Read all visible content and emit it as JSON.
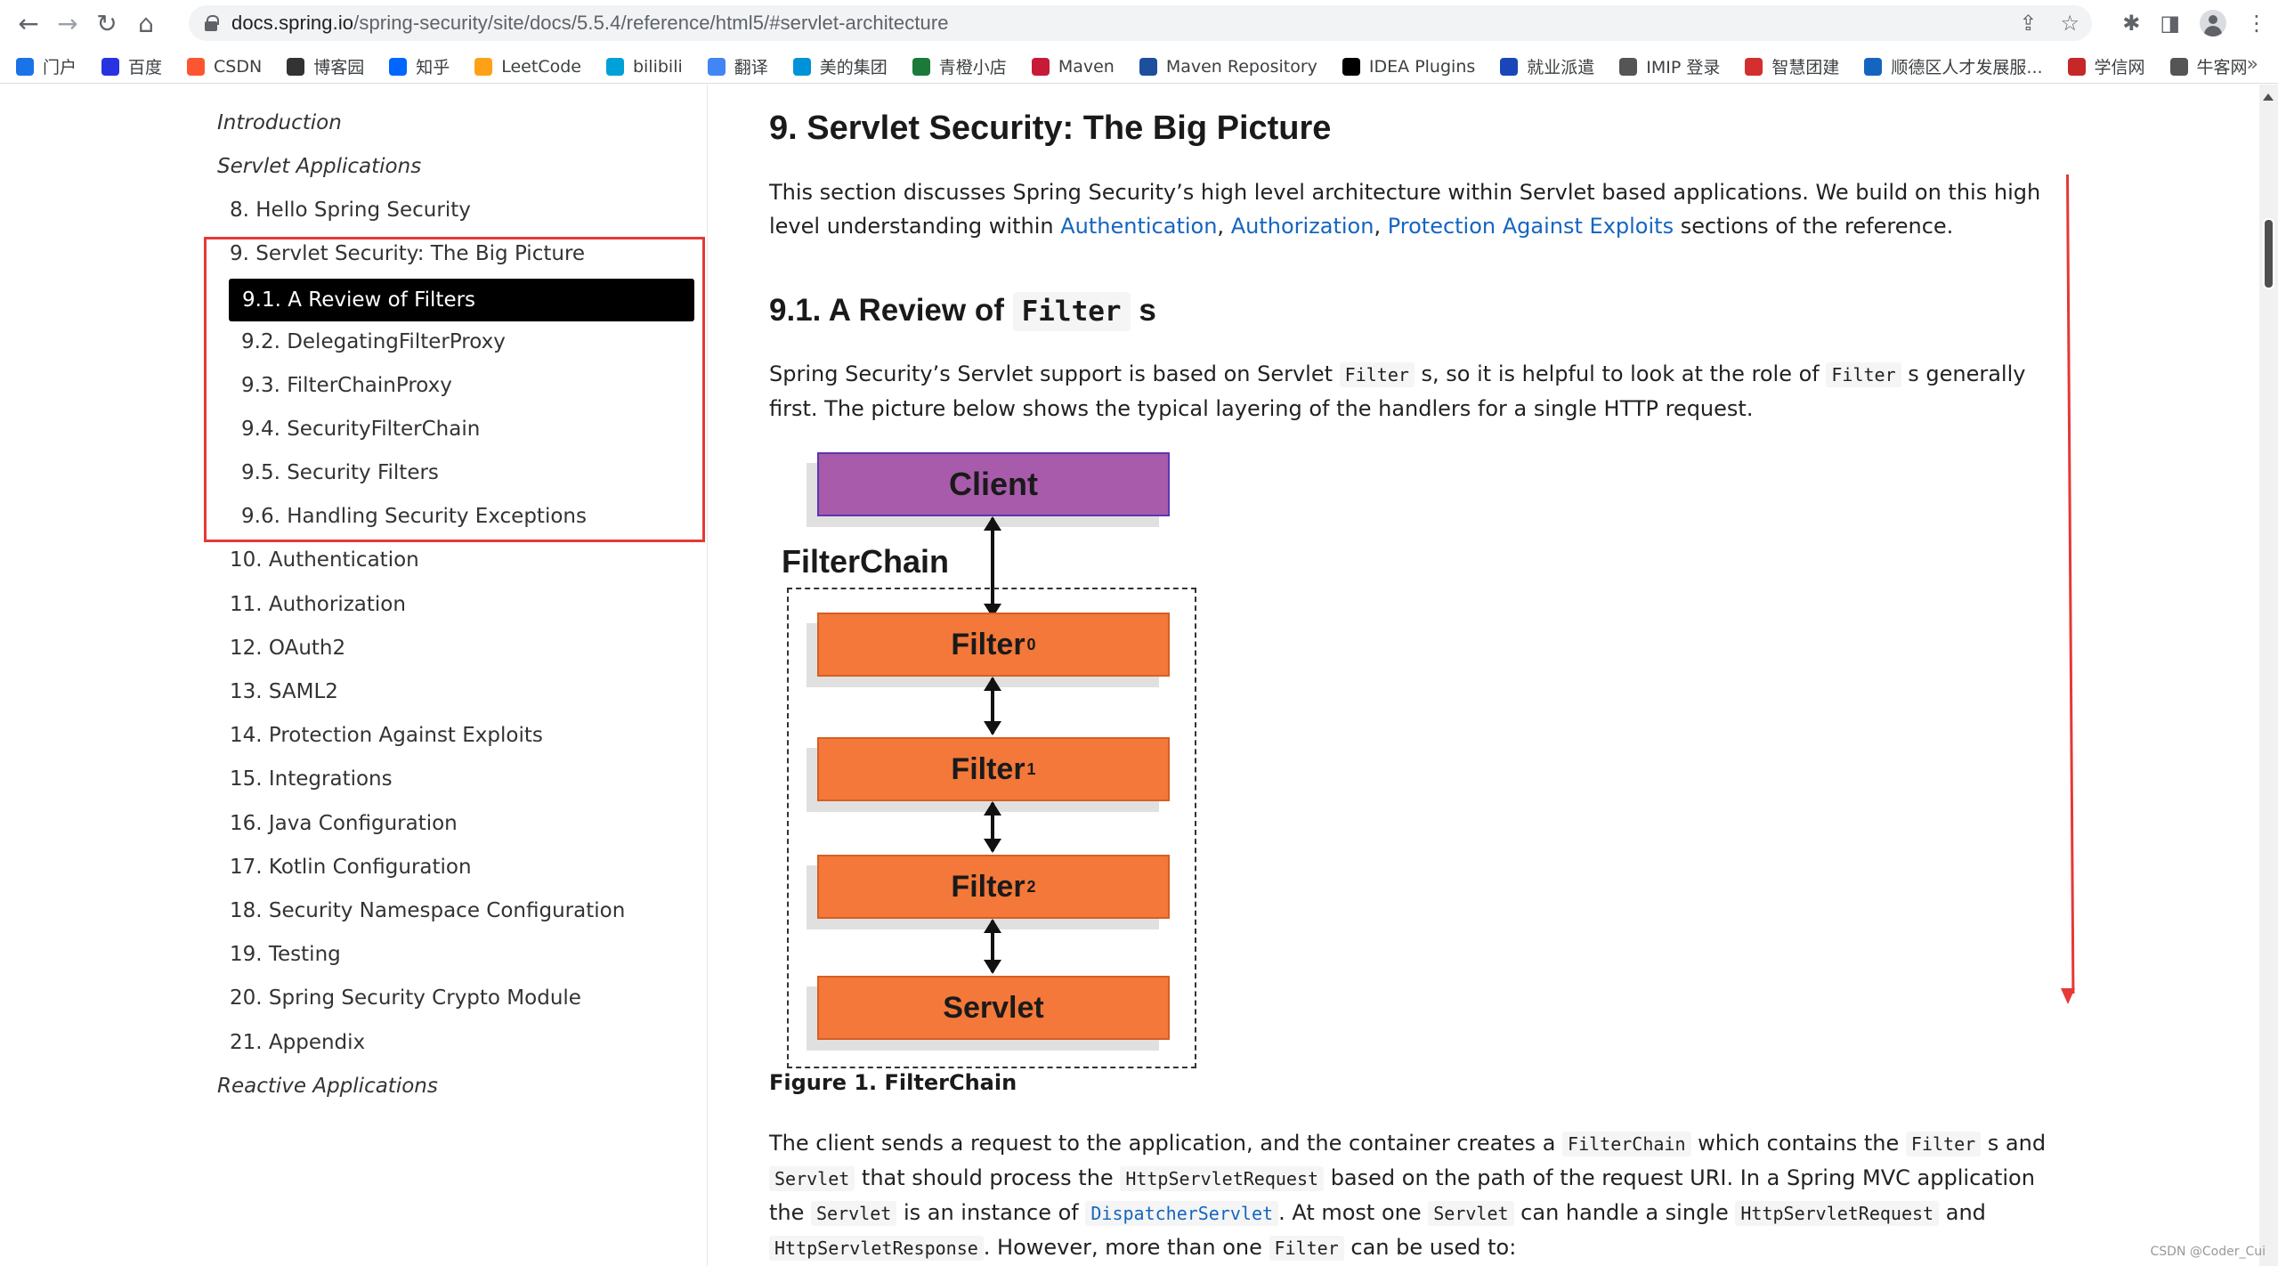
{
  "browser": {
    "url_host": "docs.spring.io",
    "url_path": "/spring-security/site/docs/5.5.4/reference/html5/#servlet-architecture",
    "bookmarks": [
      {
        "label": "门户",
        "icon": "globe-icon",
        "color": "#1a73e8"
      },
      {
        "label": "百度",
        "icon": "baidu-paw-icon",
        "color": "#2932e1"
      },
      {
        "label": "CSDN",
        "icon": "csdn-icon",
        "color": "#fc5531"
      },
      {
        "label": "博客园",
        "icon": "cnblogs-icon",
        "color": "#333333"
      },
      {
        "label": "知乎",
        "icon": "zhihu-icon",
        "color": "#0066ff"
      },
      {
        "label": "LeetCode",
        "icon": "leetcode-icon",
        "color": "#ffa116"
      },
      {
        "label": "bilibili",
        "icon": "bilibili-icon",
        "color": "#00a1d6"
      },
      {
        "label": "翻译",
        "icon": "translate-icon",
        "color": "#4285f4"
      },
      {
        "label": "美的集团",
        "icon": "midea-icon",
        "color": "#0092d8"
      },
      {
        "label": "青橙小店",
        "icon": "shop-icon",
        "color": "#1b7a3a"
      },
      {
        "label": "Maven",
        "icon": "maven-feather-icon",
        "color": "#c71a36"
      },
      {
        "label": "Maven Repository",
        "icon": "mvn-icon",
        "color": "#1e4f9c"
      },
      {
        "label": "IDEA Plugins",
        "icon": "jetbrains-icon",
        "color": "#000000"
      },
      {
        "label": "就业派遣",
        "icon": "graduation-cap-icon",
        "color": "#1a47b8"
      },
      {
        "label": "IMIP 登录",
        "icon": "globe-icon",
        "color": "#555555"
      },
      {
        "label": "智慧团建",
        "icon": "league-badge-icon",
        "color": "#d32f2f"
      },
      {
        "label": "顺德区人才发展服...",
        "icon": "talent-icon",
        "color": "#1565c0"
      },
      {
        "label": "学信网",
        "icon": "xuexin-icon",
        "color": "#c62828"
      },
      {
        "label": "牛客网",
        "icon": "nowcoder-icon",
        "color": "#555555"
      }
    ],
    "more_label": "»"
  },
  "sidebar": {
    "items": [
      {
        "label": "Introduction",
        "kind": "part"
      },
      {
        "label": "Servlet Applications",
        "kind": "part"
      },
      {
        "label": "8. Hello Spring Security",
        "kind": "chapter"
      },
      {
        "label": "9. Servlet Security: The Big Picture",
        "kind": "chapter"
      },
      {
        "label": "9.1. A Review of Filters",
        "kind": "section-active"
      },
      {
        "label": "9.2. DelegatingFilterProxy",
        "kind": "section"
      },
      {
        "label": "9.3. FilterChainProxy",
        "kind": "section"
      },
      {
        "label": "9.4. SecurityFilterChain",
        "kind": "section"
      },
      {
        "label": "9.5. Security Filters",
        "kind": "section"
      },
      {
        "label": "9.6. Handling Security Exceptions",
        "kind": "section"
      },
      {
        "label": "10. Authentication",
        "kind": "chapter"
      },
      {
        "label": "11. Authorization",
        "kind": "chapter"
      },
      {
        "label": "12. OAuth2",
        "kind": "chapter"
      },
      {
        "label": "13. SAML2",
        "kind": "chapter"
      },
      {
        "label": "14. Protection Against Exploits",
        "kind": "chapter"
      },
      {
        "label": "15. Integrations",
        "kind": "chapter"
      },
      {
        "label": "16. Java Configuration",
        "kind": "chapter"
      },
      {
        "label": "17. Kotlin Configuration",
        "kind": "chapter"
      },
      {
        "label": "18. Security Namespace Configuration",
        "kind": "chapter"
      },
      {
        "label": "19. Testing",
        "kind": "chapter"
      },
      {
        "label": "20. Spring Security Crypto Module",
        "kind": "chapter"
      },
      {
        "label": "21. Appendix",
        "kind": "chapter"
      },
      {
        "label": "Reactive Applications",
        "kind": "part"
      }
    ]
  },
  "content": {
    "title": "9. Servlet Security: The Big Picture",
    "intro": {
      "t1": "This section discusses Spring Security’s high level architecture within Servlet based applications. We build on this high level understanding within ",
      "link1": "Authentication",
      "sep1": ", ",
      "link2": "Authorization",
      "sep2": ", ",
      "link3": "Protection Against Exploits",
      "t2": " sections of the reference."
    },
    "section_heading_prefix": "9.1. A Review of ",
    "section_heading_code": "Filter",
    "section_heading_suffix": " s",
    "p1": {
      "t1": "Spring Security’s Servlet support is based on Servlet ",
      "c1": "Filter",
      "t2": " s, so it is helpful to look at the role of ",
      "c2": "Filter",
      "t3": " s generally first. The picture below shows the typical layering of the handlers for a single HTTP request."
    },
    "diagram": {
      "client": "Client",
      "chain_label": "FilterChain",
      "filter_text": "Filter",
      "filters": [
        "0",
        "1",
        "2"
      ],
      "servlet": "Servlet",
      "client_color": "#a85bab",
      "filter_color": "#f47839"
    },
    "caption": "Figure 1. FilterChain",
    "p2": {
      "t1": "The client sends a request to the application, and the container creates a ",
      "c1": "FilterChain",
      "t2": " which contains the ",
      "c2": "Filter",
      "t3": " s and ",
      "c3": "Servlet",
      "t4": " that should process the ",
      "c4": "HttpServletRequest",
      "t5": " based on the path of the request URI. In a Spring MVC application the ",
      "c5": "Servlet",
      "t6": " is an instance of ",
      "link1": "DispatcherServlet",
      "t7": ". At most one ",
      "c6": "Servlet",
      "t8": " can handle a single ",
      "c7": "HttpServletRequest",
      "t9": " and ",
      "c8": "HttpServletResponse",
      "t10": ". However, more than one ",
      "c9": "Filter",
      "t11": " can be used to:"
    }
  },
  "watermark": "CSDN @Coder_Cui"
}
